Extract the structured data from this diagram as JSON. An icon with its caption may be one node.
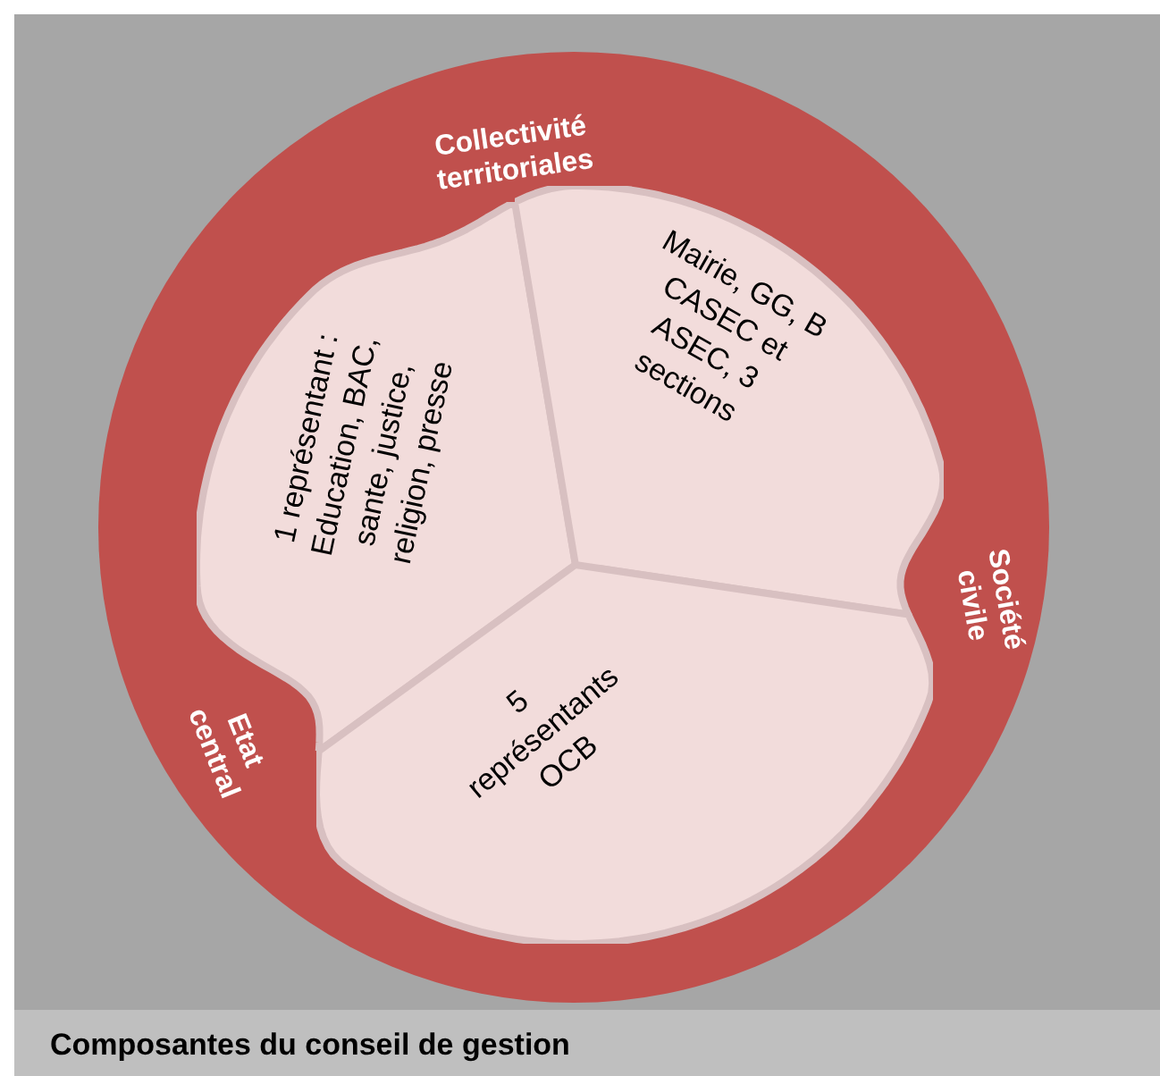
{
  "diagram": {
    "caption": "Composantes du conseil de gestion",
    "nodes": [
      {
        "text": [
          "1 représentant : Education, BAC, sante, justice, religion, presse"
        ]
      },
      {
        "text": [
          "Mairie, GG, B CASEC et ASEC, 3 sections"
        ]
      },
      {
        "text": [
          "5 représentants OCB"
        ]
      }
    ],
    "labels": [
      "Collectivité territoriales",
      "Société civile",
      "Etat central"
    ]
  }
}
